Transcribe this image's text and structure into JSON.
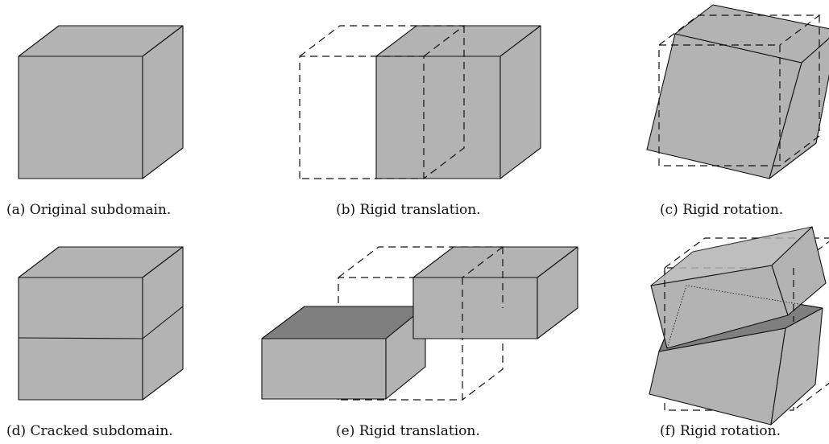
{
  "panels": [
    {
      "id": "a",
      "caption": "(a) Original subdomain."
    },
    {
      "id": "b",
      "caption": "(b) Rigid translation."
    },
    {
      "id": "c",
      "caption": "(c) Rigid rotation."
    },
    {
      "id": "d",
      "caption": "(d) Cracked subdomain."
    },
    {
      "id": "e",
      "caption": "(e) Rigid translation."
    },
    {
      "id": "f",
      "caption": "(f) Rigid rotation."
    }
  ],
  "colors": {
    "face": "#b3b3b3",
    "dark_face": "#7f7f7f",
    "line": "#111111"
  }
}
